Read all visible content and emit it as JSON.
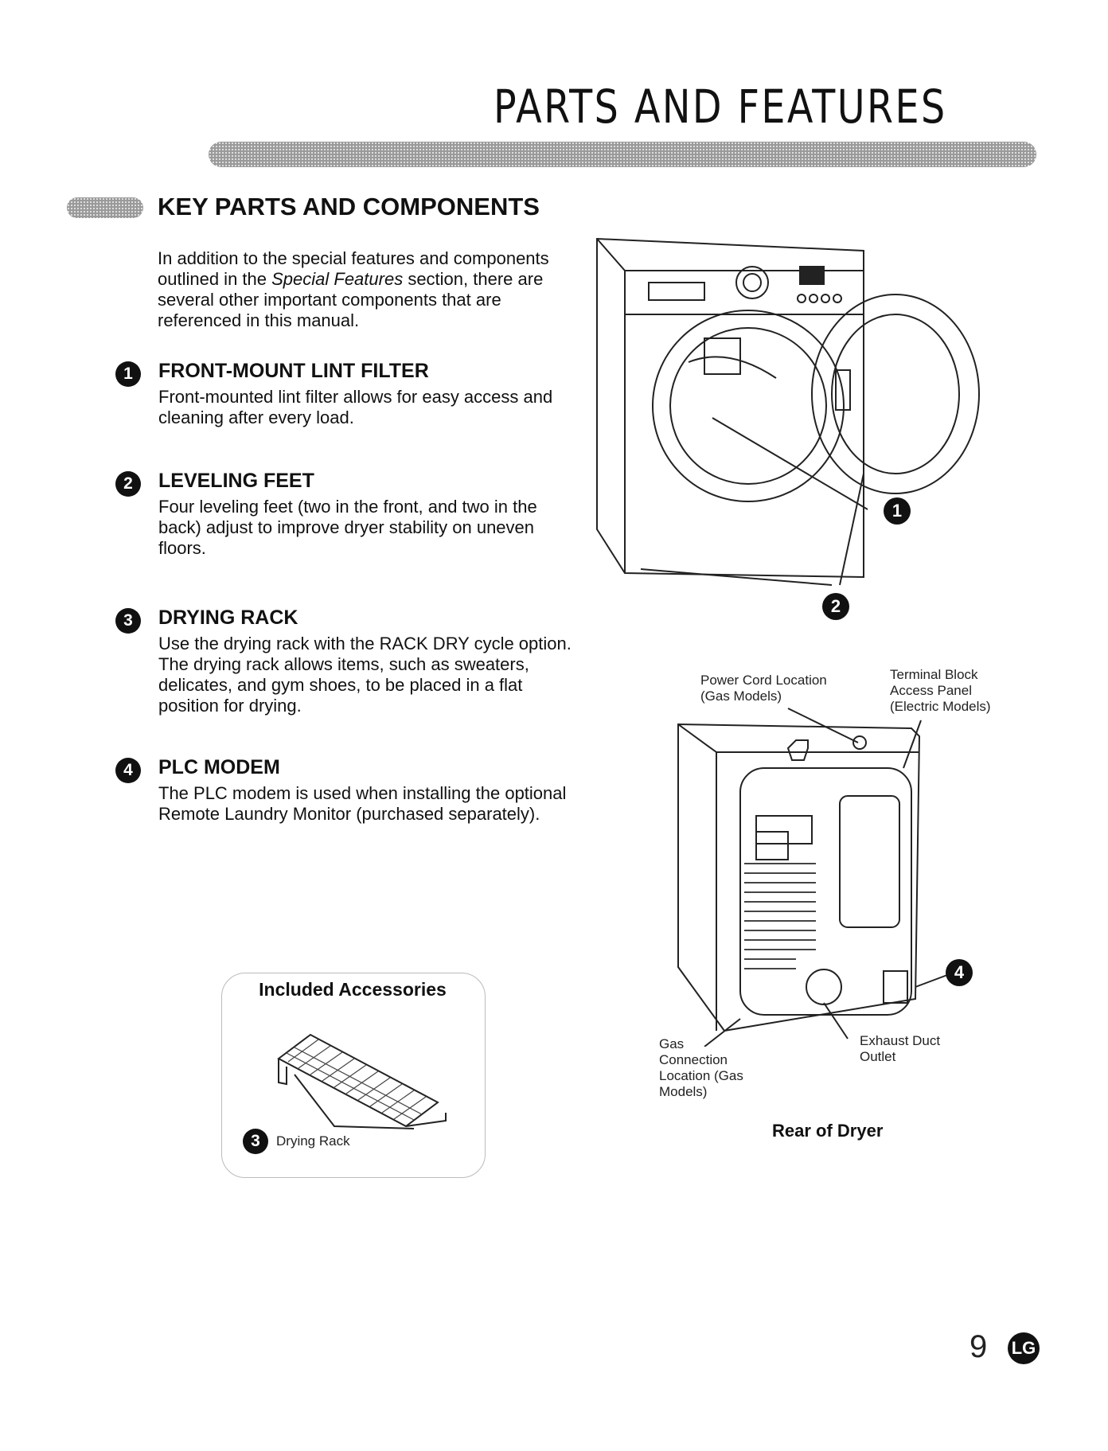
{
  "header": {
    "title": "PARTS AND FEATURES"
  },
  "section": {
    "heading": "KEY PARTS AND COMPONENTS",
    "intro_pre": "In addition to the special features and components outlined in the ",
    "intro_italic": "Special Features",
    "intro_post": " section, there are several other important components that are referenced in this manual."
  },
  "features": [
    {
      "num": "1",
      "title": "FRONT-MOUNT LINT FILTER",
      "body": "Front-mounted lint filter allows for easy access and cleaning after every load."
    },
    {
      "num": "2",
      "title": "LEVELING FEET",
      "body": "Four leveling feet (two in the front, and two in the back) adjust to improve dryer stability on uneven floors."
    },
    {
      "num": "3",
      "title": "DRYING RACK",
      "body": "Use the drying rack with the RACK DRY cycle option. The drying rack allows items, such as sweaters, delicates, and gym shoes, to be placed in a flat position for drying."
    },
    {
      "num": "4",
      "title": "PLC MODEM",
      "body": "The PLC modem is used when installing the optional Remote Laundry Monitor (purchased separately)."
    }
  ],
  "accessories": {
    "title": "Included Accessories",
    "item_num": "3",
    "item_label": "Drying Rack"
  },
  "front_callouts": [
    "1",
    "2"
  ],
  "rear": {
    "power_cord": "Power Cord Location (Gas Models)",
    "terminal_block": "Terminal Block Access Panel (Electric Models)",
    "gas_connection": "Gas Connection Location (Gas Models)",
    "exhaust": "Exhaust Duct Outlet",
    "callout": "4",
    "caption": "Rear of Dryer"
  },
  "footer": {
    "page_number": "9",
    "logo_text": "LG"
  }
}
